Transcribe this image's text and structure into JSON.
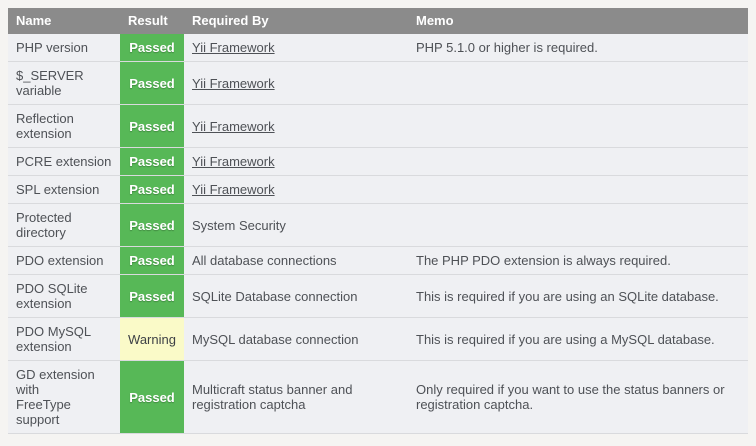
{
  "colors": {
    "page_bg": "#f5f4f2",
    "header_bg": "#8b8b8b",
    "header_text": "#ffffff",
    "row_bg": "#eff0f3",
    "row_border": "#d9dadd",
    "text": "#4e5156",
    "passed_bg": "#57b857",
    "passed_text": "#ffffff",
    "warning_bg": "#fafac8",
    "warning_text": "#3e4146"
  },
  "table": {
    "headers": [
      "Name",
      "Result",
      "Required By",
      "Memo"
    ],
    "rows": [
      {
        "name": "PHP version",
        "result": "Passed",
        "status": "passed",
        "required_by": "Yii Framework",
        "required_by_link": true,
        "memo": "PHP 5.1.0 or higher is required."
      },
      {
        "name": "$_SERVER\nvariable",
        "result": "Passed",
        "status": "passed",
        "required_by": "Yii Framework",
        "required_by_link": true,
        "memo": ""
      },
      {
        "name": "Reflection\nextension",
        "result": "Passed",
        "status": "passed",
        "required_by": "Yii Framework",
        "required_by_link": true,
        "memo": ""
      },
      {
        "name": "PCRE extension",
        "result": "Passed",
        "status": "passed",
        "required_by": "Yii Framework",
        "required_by_link": true,
        "memo": ""
      },
      {
        "name": "SPL extension",
        "result": "Passed",
        "status": "passed",
        "required_by": "Yii Framework",
        "required_by_link": true,
        "memo": ""
      },
      {
        "name": "Protected\ndirectory",
        "result": "Passed",
        "status": "passed",
        "required_by": "System Security",
        "required_by_link": false,
        "memo": ""
      },
      {
        "name": "PDO extension",
        "result": "Passed",
        "status": "passed",
        "required_by": "All database connections",
        "required_by_link": false,
        "memo": "The PHP PDO extension is always required."
      },
      {
        "name": "PDO SQLite\nextension",
        "result": "Passed",
        "status": "passed",
        "required_by": "SQLite Database connection",
        "required_by_link": false,
        "memo": "This is required if you are using an SQLite database."
      },
      {
        "name": "PDO MySQL\nextension",
        "result": "Warning",
        "status": "warning",
        "required_by": "MySQL database connection",
        "required_by_link": false,
        "memo": "This is required if you are using a MySQL database."
      },
      {
        "name": "GD extension\nwith\nFreeType\nsupport",
        "result": "Passed",
        "status": "passed",
        "required_by": "Multicraft status banner and\nregistration captcha",
        "required_by_link": false,
        "memo": "Only required if you want to use the status banners or\nregistration captcha."
      }
    ]
  }
}
